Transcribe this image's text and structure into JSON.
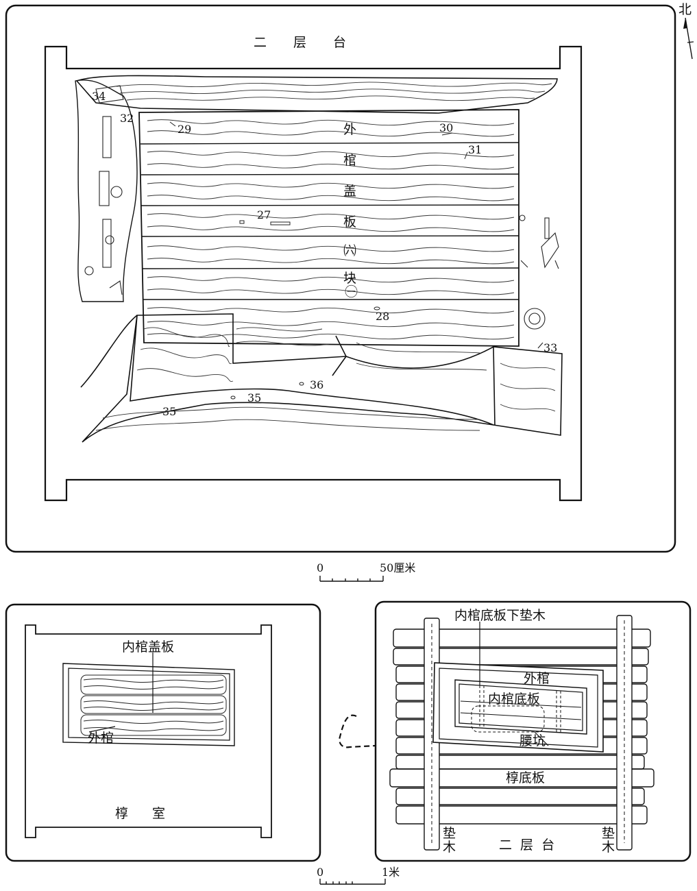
{
  "top_panel": {
    "title": "二　层　台",
    "compass": "北",
    "cover_label_chars": [
      "外",
      "棺",
      "盖",
      "板",
      "㈥",
      "块",
      "㊀"
    ],
    "item_numbers": [
      "34",
      "32",
      "29",
      "30",
      "31",
      "27",
      "28",
      "33",
      "36",
      "35",
      "35"
    ]
  },
  "scale_top": {
    "zero": "0",
    "end": "50厘米"
  },
  "bottom_left": {
    "inner_cover_label": "内棺盖板",
    "outer_coffin_label": "外棺",
    "chamber_label": "椁　室"
  },
  "bottom_right": {
    "under_inner_bottom": "内棺底板下垫木",
    "outer_coffin": "外棺",
    "inner_bottom": "内棺底板",
    "waist_pit": "腰坑",
    "outer_bottom": "椁底板",
    "second_platform": "二 层 台",
    "pad_wood_left": [
      "垫",
      "木"
    ],
    "pad_wood_right": [
      "垫",
      "木"
    ]
  },
  "scale_bottom": {
    "zero": "0",
    "end": "1米"
  }
}
